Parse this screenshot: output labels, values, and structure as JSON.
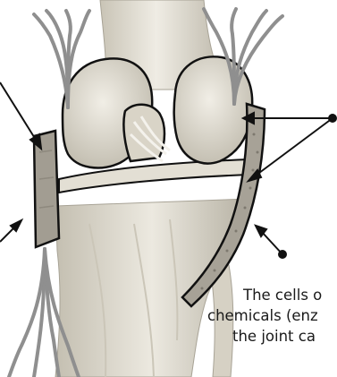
{
  "caption": {
    "line1": "The cells o",
    "line2": "chemicals (enz",
    "line3": "the joint ca"
  },
  "colors": {
    "bone_light": "#e9e6dc",
    "bone_shadow": "#b9b4a6",
    "cartilage": "#cfc9bb",
    "capsule": "#9c978c",
    "nerve_gray": "#8f8f8f",
    "outline": "#111111",
    "text": "#1a1a1a"
  }
}
